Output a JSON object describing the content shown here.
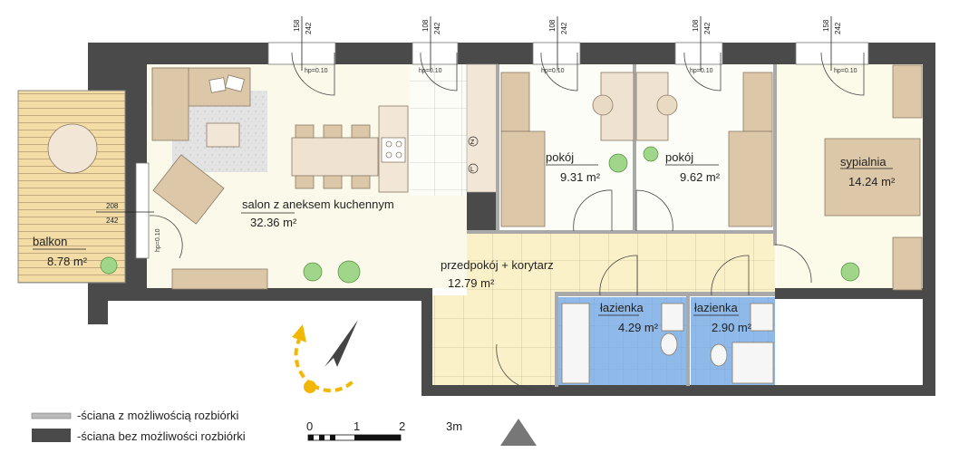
{
  "rooms": {
    "salon": {
      "name": "salon z aneksem kuchennym",
      "area": "32.36  m²"
    },
    "balkon": {
      "name": "balkon",
      "area": "8.78  m²"
    },
    "przedpokoj": {
      "name": "przedpokój + korytarz",
      "area": "12.79  m²"
    },
    "pokoj1": {
      "name": "pokój",
      "area": "9.31  m²"
    },
    "pokoj2": {
      "name": "pokój",
      "area": "9.62  m²"
    },
    "sypialnia": {
      "name": "sypialnia",
      "area": "14.24  m²"
    },
    "lazienka1": {
      "name": "łazienka",
      "area": "4.29  m²"
    },
    "lazienka2": {
      "name": "łazienka",
      "area": "2.90  m²"
    }
  },
  "windows": [
    {
      "width": "158",
      "height": "242",
      "sill": "hp=0.10"
    },
    {
      "width": "108",
      "height": "242",
      "sill": "hp=0.10"
    },
    {
      "width": "108",
      "height": "242",
      "sill": "hp=0.10"
    },
    {
      "width": "108",
      "height": "242",
      "sill": "hp=0.10"
    },
    {
      "width": "158",
      "height": "242",
      "sill": "hp=0.10"
    }
  ],
  "balcony_door": {
    "width": "208",
    "height": "242",
    "sill": "hp=0.10"
  },
  "appliances": {
    "fridge": "Z",
    "dishwasher": "L"
  },
  "legend": {
    "removable": "-ściana z możliwością rozbiórki",
    "permanent": "-ściana bez możliwości rozbiórki"
  },
  "scale": {
    "ticks": [
      "0",
      "1",
      "2",
      "3m"
    ]
  },
  "colors": {
    "wall": "#4a4a4a",
    "removable_wall": "#a9a9a9",
    "bathroom": "#8fb9e8",
    "hall": "#fbf1c8",
    "balcony": "#f3dca6",
    "furniture": "#dcc7a8"
  }
}
